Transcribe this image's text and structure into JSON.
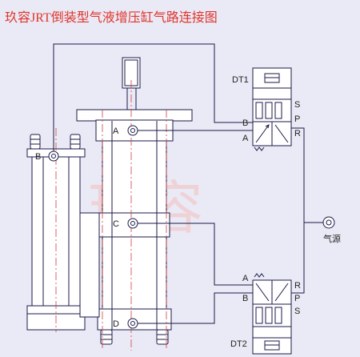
{
  "title": "玖容JRT倒装型气液增压缸气路连接图",
  "watermark": "玖容",
  "ports": {
    "a": "A",
    "b": "B",
    "c": "C",
    "d": "D"
  },
  "valve_top": {
    "name": "DT1",
    "left_ports": [
      "B",
      "A"
    ],
    "right_ports": [
      "S",
      "P",
      "R"
    ]
  },
  "valve_bottom": {
    "name": "DT2",
    "left_ports": [
      "A",
      "B"
    ],
    "right_ports": [
      "R",
      "P",
      "S"
    ]
  },
  "air_source_label": "气源",
  "colors": {
    "title": "#e0342a",
    "line": "#1a1a4a",
    "centerline": "#d04040",
    "watermark": "#f1c9c9"
  }
}
